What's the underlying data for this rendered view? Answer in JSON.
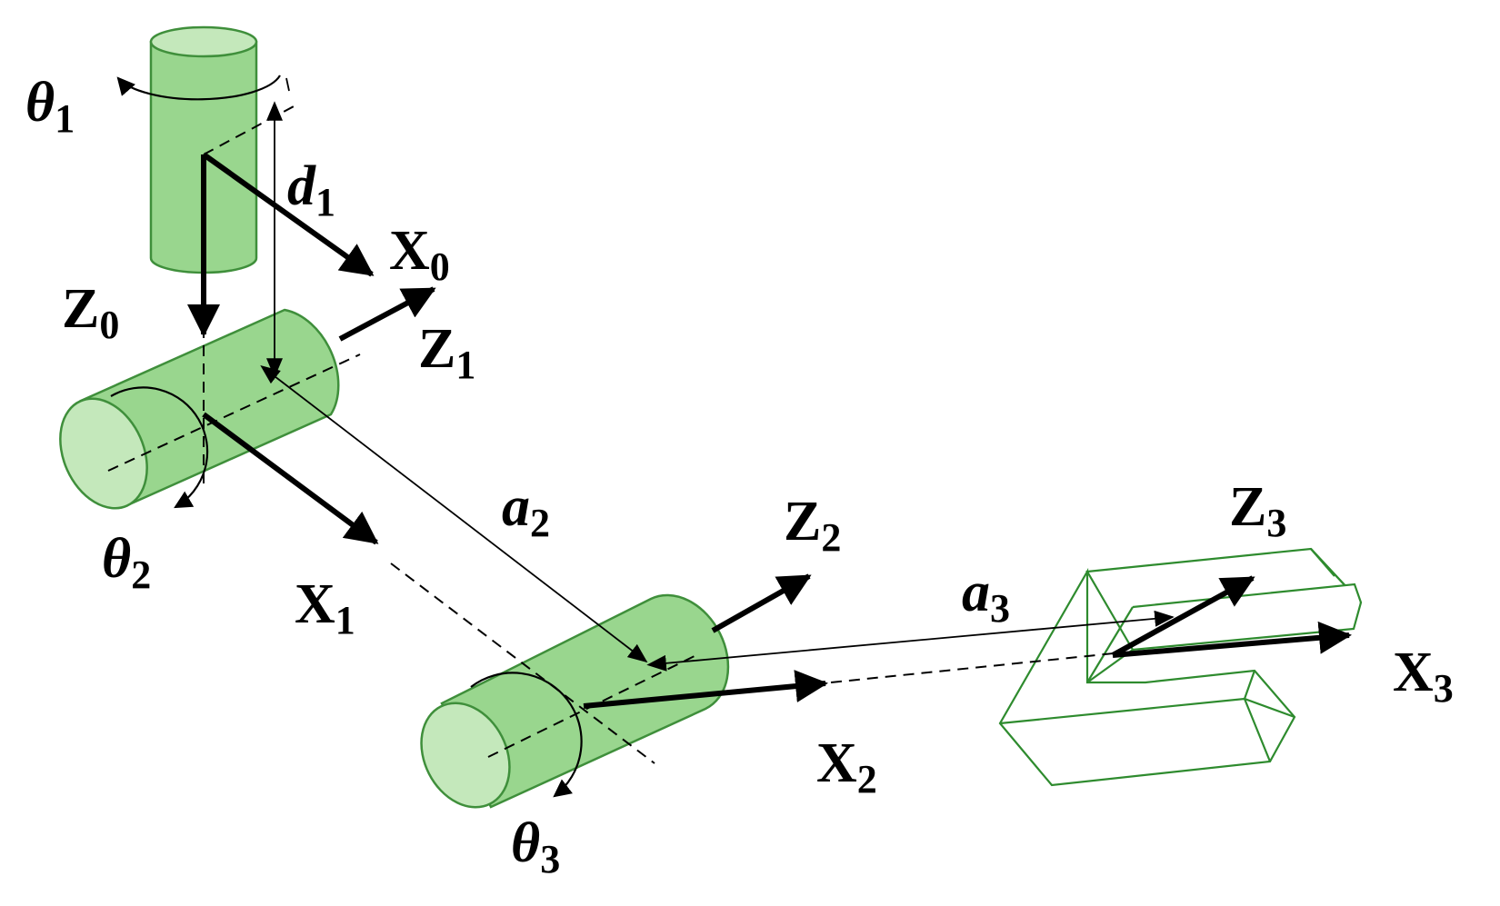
{
  "labels": {
    "theta1": {
      "symbol": "θ",
      "sub": "1"
    },
    "theta2": {
      "symbol": "θ",
      "sub": "2"
    },
    "theta3": {
      "symbol": "θ",
      "sub": "3"
    },
    "d1": {
      "symbol": "d",
      "sub": "1"
    },
    "a2": {
      "symbol": "a",
      "sub": "2"
    },
    "a3": {
      "symbol": "a",
      "sub": "3"
    },
    "x0": {
      "symbol": "X",
      "sub": "0"
    },
    "x1": {
      "symbol": "X",
      "sub": "1"
    },
    "x2": {
      "symbol": "X",
      "sub": "2"
    },
    "x3": {
      "symbol": "X",
      "sub": "3"
    },
    "z0": {
      "symbol": "Z",
      "sub": "0"
    },
    "z1": {
      "symbol": "Z",
      "sub": "1"
    },
    "z2": {
      "symbol": "Z",
      "sub": "2"
    },
    "z3": {
      "symbol": "Z",
      "sub": "3"
    }
  },
  "colors": {
    "joint_fill": "#99d68e",
    "joint_cap": "#c4e8bb",
    "joint_outline": "#3f8f3b",
    "gripper_outline": "#2e8b2e",
    "arrows": "#000000"
  }
}
